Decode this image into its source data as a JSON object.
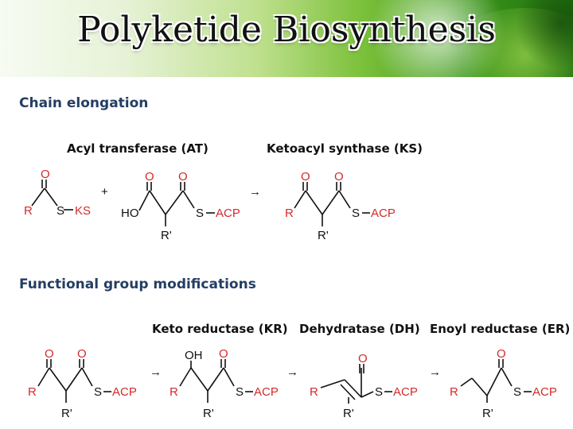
{
  "slide": {
    "title": "Polyketide Biosynthesis"
  },
  "chain_elongation": {
    "heading": "Chain elongation",
    "enzymes": [
      "Acyl transferase (AT)",
      "Ketoacyl synthase (KS)"
    ],
    "operators": [
      "+",
      "→"
    ],
    "atoms": {
      "r": "R",
      "o": "O",
      "s": "S",
      "ks": "KS",
      "acp": "ACP",
      "ho": "HO",
      "r_prime": "R'"
    }
  },
  "functional_groups": {
    "heading": "Functional group modifications",
    "enzymes": [
      "Keto reductase (KR)",
      "Dehydratase (DH)",
      "Enoyl reductase (ER)"
    ],
    "operators": [
      "→",
      "→",
      "→"
    ],
    "atoms": {
      "r": "R",
      "o": "O",
      "oh": "OH",
      "s": "S",
      "acp": "ACP",
      "r_prime": "R'"
    }
  },
  "colors": {
    "heading": "#243e63",
    "heteroatom": "#d42a2a",
    "banner_dark": "#1e6f0d"
  }
}
